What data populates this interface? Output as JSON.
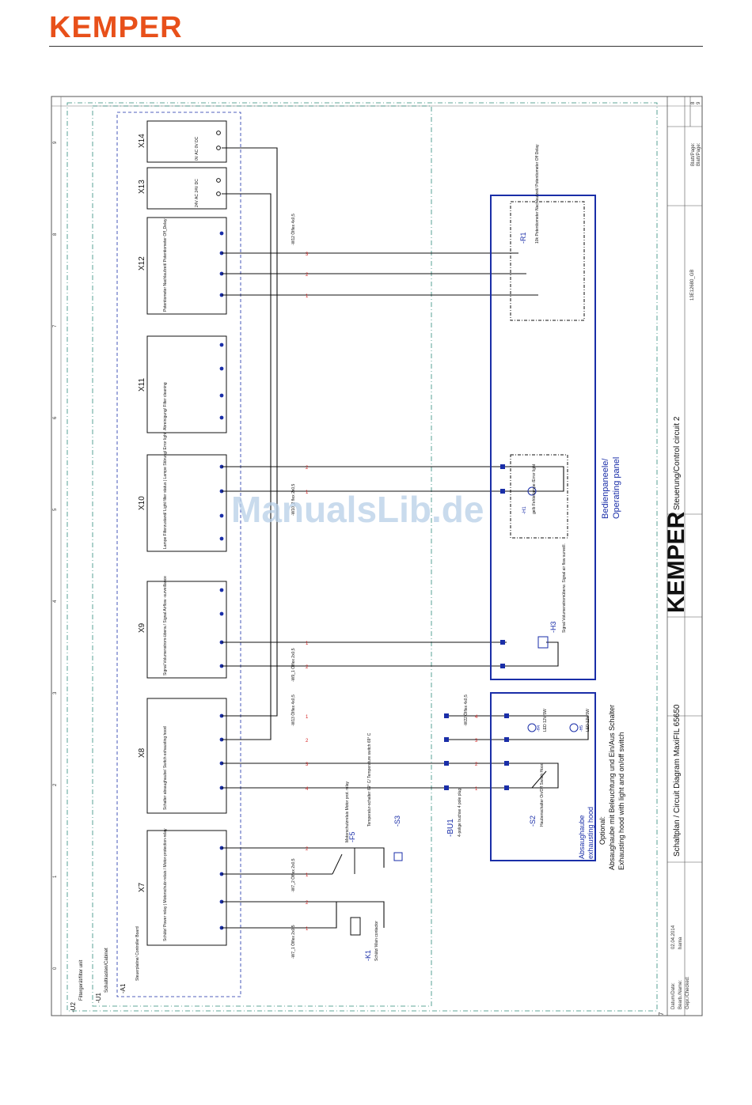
{
  "brand": {
    "logo": "KEMPER",
    "color": "#e8501a"
  },
  "watermark": "ManualsLib.de",
  "frame": {
    "outer_label": "-U2",
    "outer_sub": "Filtergerät/filter unit",
    "cabinet_label": "-U1",
    "cabinet_sub": "Schaltkasten/Cabinet",
    "board_label": "-A1",
    "board_sub": "Steuerplatine/ Controller Board",
    "grid_numbers": [
      "0",
      "1",
      "2",
      "3",
      "4",
      "5",
      "6",
      "7",
      "8",
      "9"
    ]
  },
  "title_block": {
    "logo": "KEMPER",
    "title": "Schaltplan / Circuit Diagram MaxiFIL 65650",
    "subtitle": "Steuerung/Control circuit 2",
    "date_label": "Datum/Date:",
    "date": "02.04.2014",
    "author_label": "Bearb./Name:",
    "author": "harna",
    "checked_label": "Gepr./Checked:",
    "doc_no": "13E12680_GB",
    "sheet_label": "Blatt/Page:",
    "sheet": "8",
    "sheets_label": "Blatt/Page:",
    "sheets": "9",
    "page_no": "7"
  },
  "connectors": [
    {
      "id": "X7",
      "label": "X7",
      "desc": "Schütz/ Power relay | Motorschutz-relais / Motor-protection-relay"
    },
    {
      "id": "X8",
      "label": "X8",
      "desc": "Schalter absaughaube/ Switch exhausting hood"
    },
    {
      "id": "X9",
      "label": "X9",
      "desc": "Signal Volumenstrom-überw./ Signal Airflow -surveillance"
    },
    {
      "id": "X10",
      "label": "X10",
      "desc": "Lampe Filterzustand/ Light filter status | Lampe Störung/ Error light"
    },
    {
      "id": "X11",
      "label": "X11",
      "desc": "Abreinigung/ Filter cleaning"
    },
    {
      "id": "X12",
      "label": "X12",
      "desc": "Potentiometer Nachlaufzeit/ Potentiometer Off_Delay"
    },
    {
      "id": "X13",
      "label": "X13",
      "desc": "24V AC 24V DC"
    },
    {
      "id": "X14",
      "label": "X14",
      "desc": "0V AC 0V DC"
    }
  ],
  "components": {
    "k1": {
      "label": "-K1",
      "desc": "Schütz/ Main contactor"
    },
    "f5": {
      "label": "-F5",
      "desc": "Motorschutzrelais Motor prot. relay"
    },
    "s3": {
      "label": "-S3",
      "desc": "Temperatur-schalter 69° C/ Temperature switch 69° C"
    },
    "bu1": {
      "label": "-BU1",
      "desc": "4-polige buchse 4 pole plug"
    },
    "s2": {
      "label": "-S2",
      "desc": "Haubenschalter On/Off Switch Hood"
    },
    "h4": {
      "label": "-H4",
      "desc": "LED 12V 5W"
    },
    "h5": {
      "label": "-H5",
      "desc": "LED 12V 5W"
    },
    "h3": {
      "label": "-H3",
      "desc": "Signal Volumenstromüberw. Signal air flow surveill."
    },
    "h1": {
      "label": "-H1",
      "desc": "gelb Fehlerlampe /Error light"
    },
    "r1": {
      "label": "-R1",
      "desc": "10k Potentiometer Nachlaufzeit/ Potentiometer Off Delay"
    }
  },
  "cables": [
    "-W7_1 Ölflex 2x0,5",
    "-W7_2 Ölflex 2x0,5",
    "-W13 Ölflex 4x0,5",
    "-W9_1 Ölflex 2x0,5",
    "-W10_2 flex 2x0,5",
    "-W12 Ölflex 4x0,5",
    "-W22 Ölflex 4x0,5"
  ],
  "panels": {
    "operating": {
      "de": "Bedienpaneele/",
      "en": "Operating panel",
      "color": "#1a2ea8"
    },
    "hood": {
      "de": "Absaughaube",
      "en": "exhausting hood"
    }
  },
  "optional_note": {
    "l1": "Optional:",
    "l2": "Absaughaube mit Beleuchtung und Ein/Aus Schalter",
    "l3": "Exhausting hood with light and on/off switch"
  },
  "colors": {
    "line": "#000000",
    "blue": "#1a2ea8",
    "red": "#d42020",
    "frame": "#2e8a7a"
  }
}
